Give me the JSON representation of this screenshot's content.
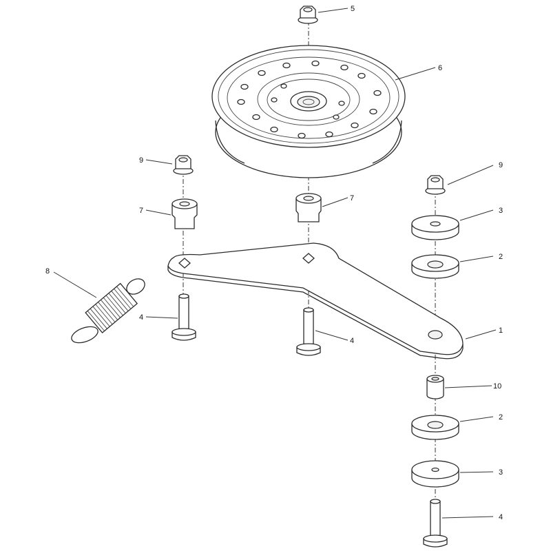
{
  "callouts": [
    {
      "id": "c5",
      "text": "5"
    },
    {
      "id": "c6",
      "text": "6"
    },
    {
      "id": "c9a",
      "text": "9"
    },
    {
      "id": "c9b",
      "text": "9"
    },
    {
      "id": "c7a",
      "text": "7"
    },
    {
      "id": "c7b",
      "text": "7"
    },
    {
      "id": "c3a",
      "text": "3"
    },
    {
      "id": "c2a",
      "text": "2"
    },
    {
      "id": "c8",
      "text": "8"
    },
    {
      "id": "c4a",
      "text": "4"
    },
    {
      "id": "c4b",
      "text": "4"
    },
    {
      "id": "c1",
      "text": "1"
    },
    {
      "id": "c10",
      "text": "10"
    },
    {
      "id": "c2b",
      "text": "2"
    },
    {
      "id": "c3b",
      "text": "3"
    },
    {
      "id": "c4c",
      "text": "4"
    }
  ]
}
